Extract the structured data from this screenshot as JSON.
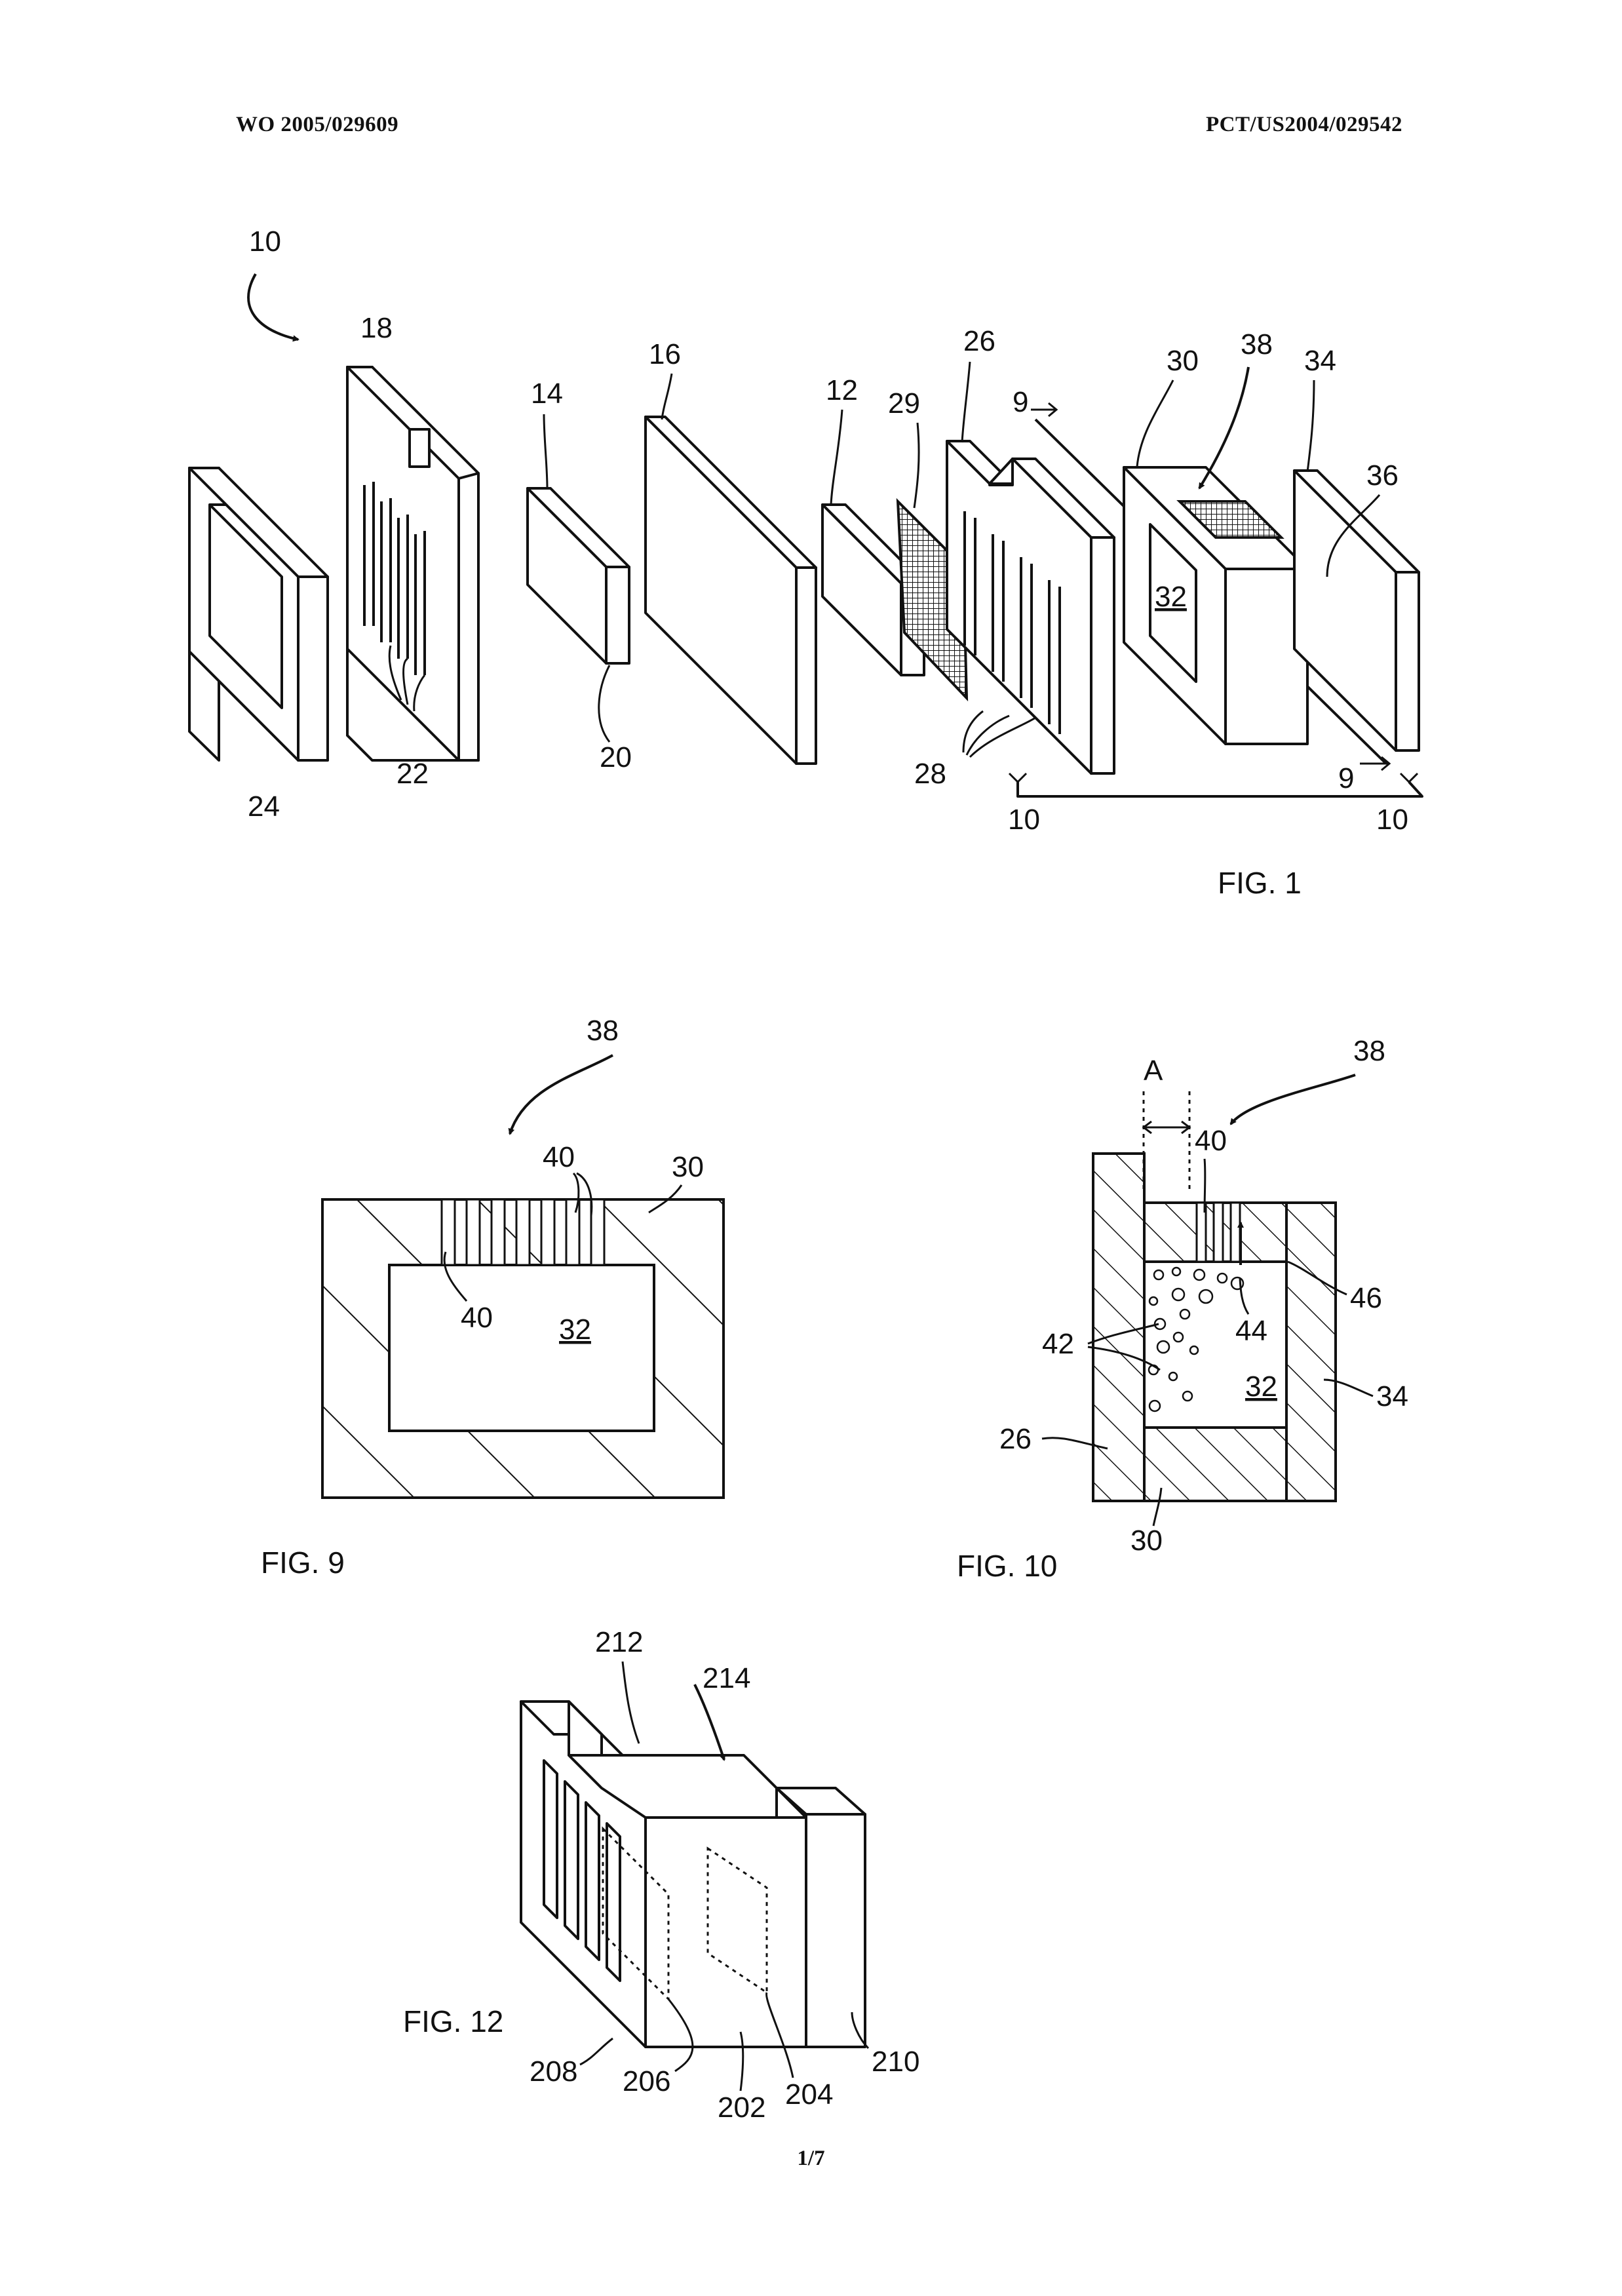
{
  "header": {
    "publication_number": "WO 2005/029609",
    "application_number": "PCT/US2004/029542"
  },
  "page": {
    "number": "1/7"
  },
  "figures": {
    "fig1": {
      "caption": "FIG. 1",
      "refs": {
        "r10": "10",
        "r18": "18",
        "r14": "14",
        "r16": "16",
        "r12": "12",
        "r29": "29",
        "r26": "26",
        "r9a": "9",
        "r30": "30",
        "r38": "38",
        "r34": "34",
        "r36": "36",
        "r32": "32",
        "r24": "24",
        "r22": "22",
        "r20": "20",
        "r28": "28",
        "r9b": "9",
        "r10a": "10",
        "r10b": "10"
      }
    },
    "fig9": {
      "caption": "FIG. 9",
      "refs": {
        "r38": "38",
        "r40a": "40",
        "r30": "30",
        "r40b": "40",
        "r32": "32"
      }
    },
    "fig10": {
      "caption": "FIG. 10",
      "refs": {
        "rA": "A",
        "r38": "38",
        "r40": "40",
        "r46": "46",
        "r44": "44",
        "r42": "42",
        "r32": "32",
        "r34": "34",
        "r26": "26",
        "r30": "30"
      }
    },
    "fig12": {
      "caption": "FIG. 12",
      "refs": {
        "r212": "212",
        "r214": "214",
        "r208": "208",
        "r206": "206",
        "r202": "202",
        "r204": "204",
        "r210": "210"
      }
    }
  }
}
